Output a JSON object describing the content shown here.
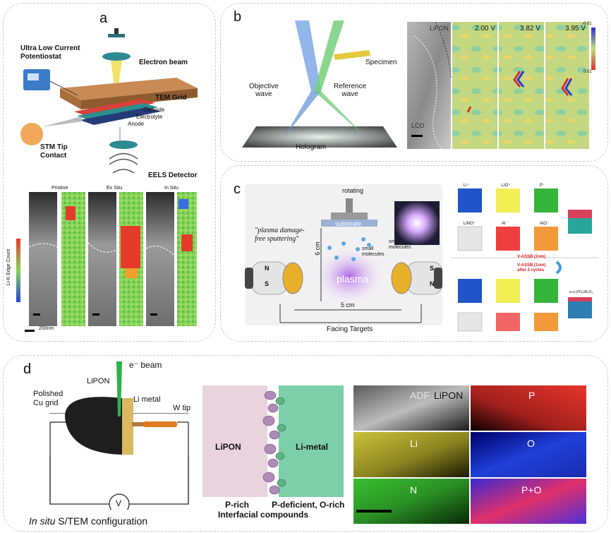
{
  "panels": {
    "a": {
      "label": "a",
      "labels": {
        "potentiostat": "Ultra Low Current\nPotentiostat",
        "beam": "Electron beam",
        "grid": "TEM Grid",
        "cathode": "Cathode",
        "electrolyte": "Electrolyte",
        "anode": "Anode",
        "stm": "STM Tip\nContact",
        "eels": "EELS Detector"
      },
      "maps": {
        "pristine": "Pristine",
        "exsitu": "Ex Situ",
        "insitu": "In Situ",
        "ylabel": "Li-K Edge Count",
        "scale": "200nm"
      }
    },
    "b": {
      "label": "b",
      "labels": {
        "specimen": "Specimen",
        "objective": "Objective\nwave",
        "reference": "Reference\nwave",
        "hologram": "Hologram"
      },
      "maps": {
        "lipon": "LiPON",
        "lco": "LCO",
        "v1": "2.00 V",
        "v2": "3.82 V",
        "v3": "3.95 V",
        "cb_top": "-0.01",
        "cb_bottom": "0.01"
      }
    },
    "c": {
      "label": "c",
      "labels": {
        "rotating": "rotating",
        "substrate": "substrate",
        "plasma_note": "\"plasma damage-\nfree sputtering\"",
        "six_cm": "6 cm",
        "small1": "small\nmolecules",
        "small2": "small\nmolecules",
        "plasma": "plasma",
        "five_cm": "5 cm",
        "targets": "Facing Targets",
        "n": "N",
        "s": "S"
      },
      "cubes": {
        "top_row": [
          "Li⁺",
          "LiO⁺",
          "P⁻"
        ],
        "mid_row": [
          "LiNO⁺",
          "Al⁻",
          "AlO⁻"
        ],
        "before": "V-ASSB (1nm)",
        "after": "V-ASSB (1nm)\nafter 2 cycles",
        "inset": "a-Li₃PO₄/Al₂O₃"
      }
    },
    "d": {
      "label": "d",
      "labels": {
        "ebeam": "e⁻ beam",
        "lipon": "LiPON",
        "polished": "Polished\nCu grid",
        "limetal": "Li metal",
        "wtip": "W tip",
        "v": "V",
        "config_italic": "In situ",
        "config_rest": " S/TEM configuration",
        "schematic_lipon": "LiPON",
        "schematic_li": "Li-metal",
        "prich": "P-rich",
        "interfacial": "Interfacial compounds",
        "pdef": "P-deficient, O-rich"
      },
      "maps": {
        "adf": "ADF",
        "lipon": "LiPON",
        "p": "P",
        "li": "Li",
        "o": "O",
        "n": "N",
        "po": "P+O"
      }
    }
  },
  "colors": {
    "panel_border": "#c9c9c9",
    "green_map": "#8fd65a",
    "red_map": "#e8352b",
    "blue_map": "#2040d8",
    "li_yellow": "#c9c23a",
    "lipon_pink": "#e9d3dc",
    "limetal_green": "#7ccfa8",
    "wtip_orange": "#e07b20"
  }
}
